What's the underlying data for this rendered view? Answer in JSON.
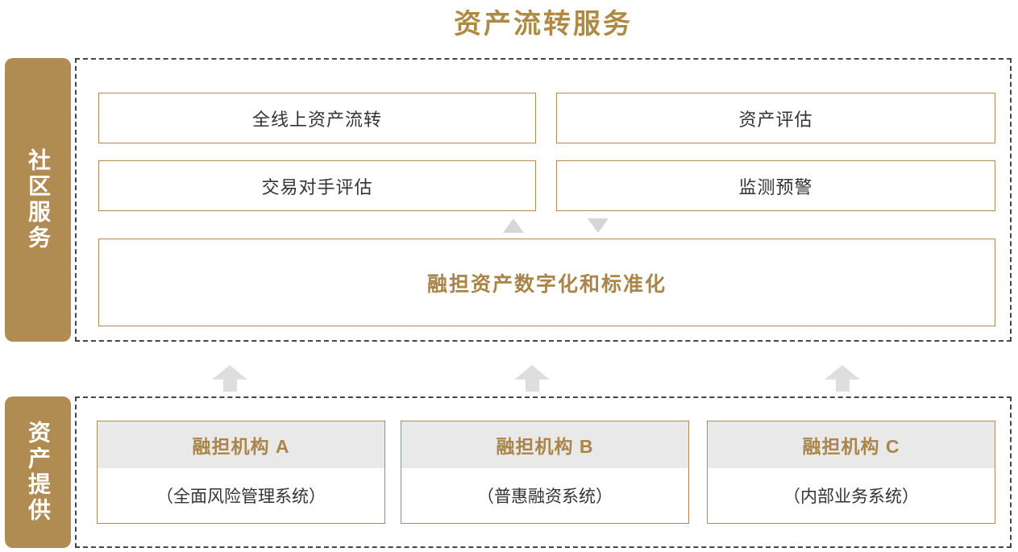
{
  "title": "资产流转服务",
  "colors": {
    "brand_gold": "#B18C52",
    "title_gold": "#AE8A45",
    "accent_text_gold": "#A9854A",
    "arrow_gray": "#DEDEDE",
    "small_arrow_gray": "#D6D6D6",
    "header_gray": "#E9E9E9",
    "dashed_border": "#454545",
    "body_text": "#333333"
  },
  "sections": {
    "community": {
      "label": "社区服务",
      "services": [
        {
          "label": "全线上资产流转"
        },
        {
          "label": "资产评估"
        },
        {
          "label": "交易对手评估"
        },
        {
          "label": "监测预警"
        }
      ],
      "platform": {
        "label": "融担资产数字化和标准化"
      }
    },
    "provider": {
      "label": "资产提供",
      "orgs": [
        {
          "name": "融担机构 A",
          "system": "（全面风险管理系统）"
        },
        {
          "name": "融担机构 B",
          "system": "（普惠融资系统）"
        },
        {
          "name": "融担机构 C",
          "system": "（内部业务系统）"
        }
      ]
    }
  },
  "icons": {
    "between_grid_and_platform": [
      "up-arrow",
      "down-arrow"
    ],
    "between_sections": [
      "up-block-arrow",
      "up-block-arrow",
      "up-block-arrow"
    ]
  }
}
